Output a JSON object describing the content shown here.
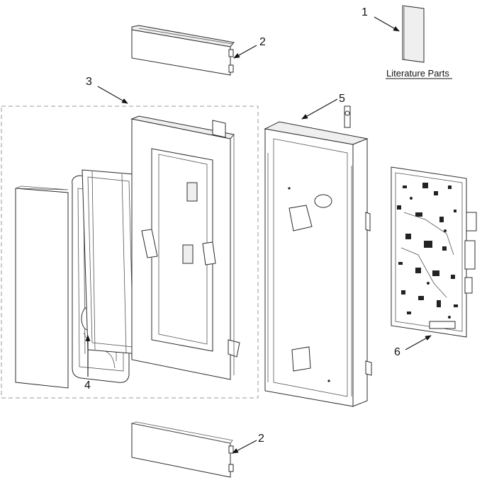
{
  "diagram": {
    "literature_label": "Literature Parts",
    "callouts": [
      {
        "id": "1",
        "label": "1"
      },
      {
        "id": "2a",
        "label": "2"
      },
      {
        "id": "3",
        "label": "3"
      },
      {
        "id": "4",
        "label": "4"
      },
      {
        "id": "5",
        "label": "5"
      },
      {
        "id": "6",
        "label": "6"
      },
      {
        "id": "2b",
        "label": "2"
      }
    ]
  }
}
